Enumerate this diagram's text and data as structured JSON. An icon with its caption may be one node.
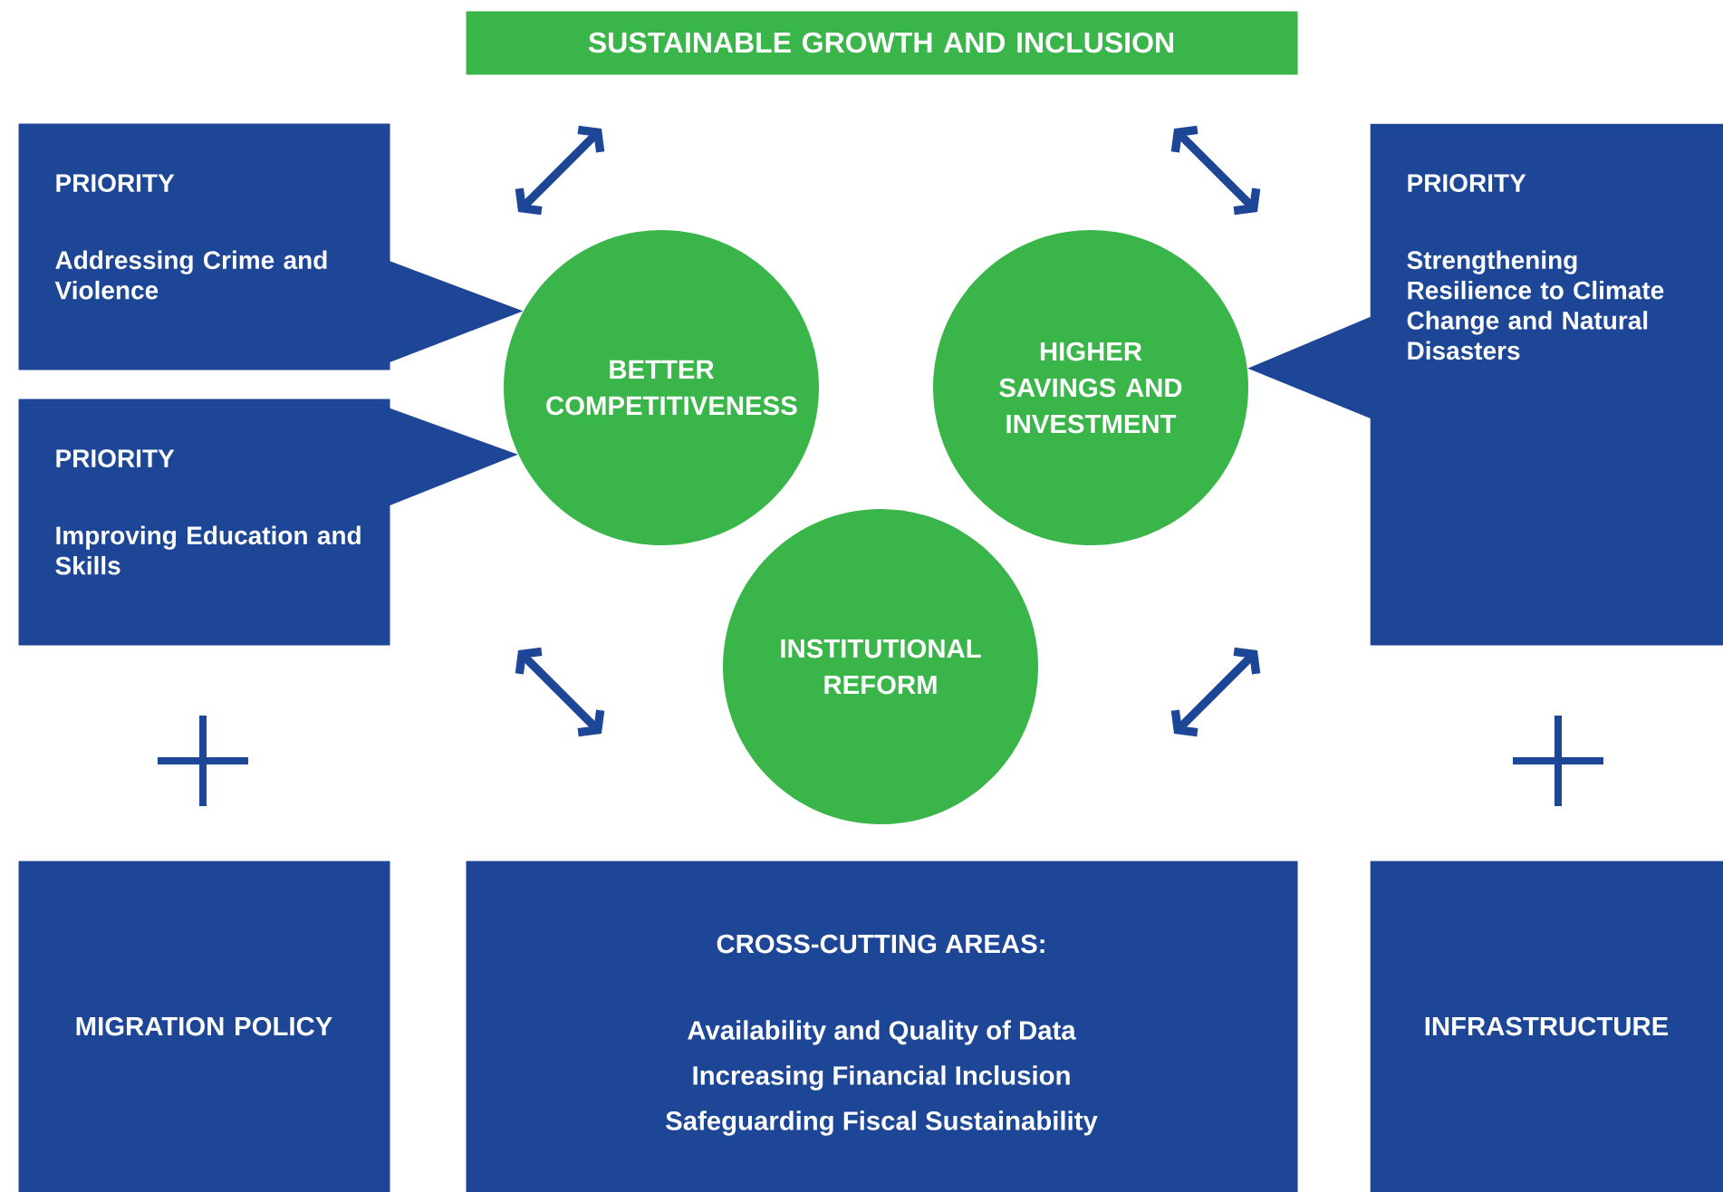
{
  "diagram": {
    "nodes": [
      {
        "text": [
          "SUSTAINABLE GROWTH AND INCLUSION"
        ]
      },
      {
        "text": [
          "PRIORITY",
          "Addressing Crime and Violence"
        ]
      },
      {
        "text": [
          "PRIORITY",
          "Improving Education and Skills"
        ]
      },
      {
        "text": [
          "PRIORITY",
          "Strengthening Resilience to Climate Change and Natural Disasters"
        ]
      },
      {
        "text": [
          "BETTER COMPETITIVENESS"
        ]
      },
      {
        "text": [
          "HIGHER SAVINGS AND INVESTMENT"
        ]
      },
      {
        "text": [
          "INSTITUTIONAL REFORM"
        ]
      },
      {
        "text": [
          "MIGRATION POLICY"
        ]
      },
      {
        "text": [
          "CROSS-CUTTING AREAS:",
          "Availability and Quality of Data",
          "Increasing Financial Inclusion",
          "Safeguarding Fiscal Sustainability"
        ]
      },
      {
        "text": [
          "INFRASTRUCTURE"
        ]
      }
    ],
    "edges": [
      {
        "from": 1,
        "to": 4,
        "arrow": "to"
      },
      {
        "from": 2,
        "to": 4,
        "arrow": "to"
      },
      {
        "from": 3,
        "to": 5,
        "arrow": "to"
      }
    ]
  }
}
